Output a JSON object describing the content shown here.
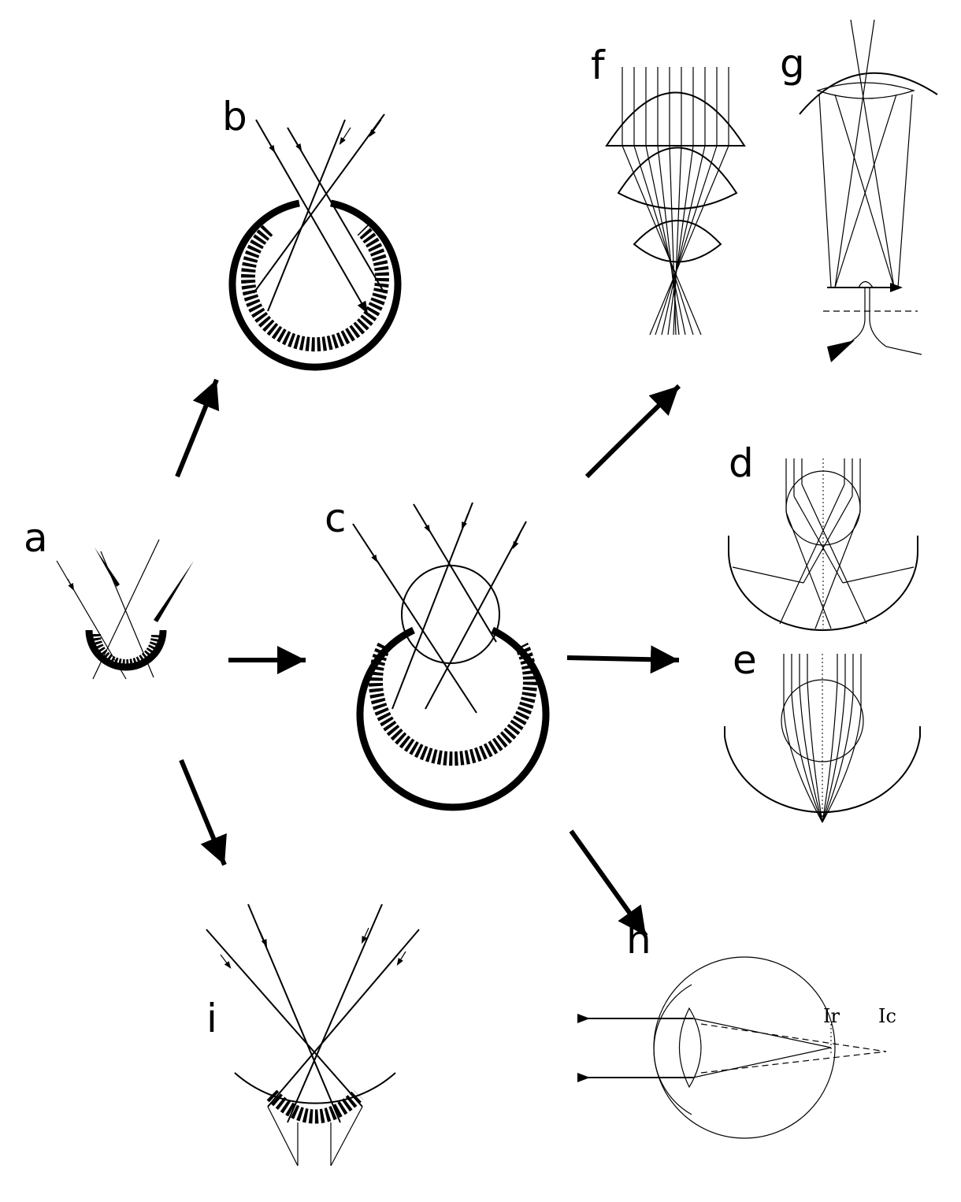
{
  "labels": {
    "a": "a",
    "b": "b",
    "c": "c",
    "d": "d",
    "e": "e",
    "f": "f",
    "g": "g",
    "h": "h",
    "i": "i",
    "h_r": "Ir",
    "h_c": "Ic"
  },
  "colors": {
    "ink": "#000000",
    "background": "#ffffff"
  }
}
